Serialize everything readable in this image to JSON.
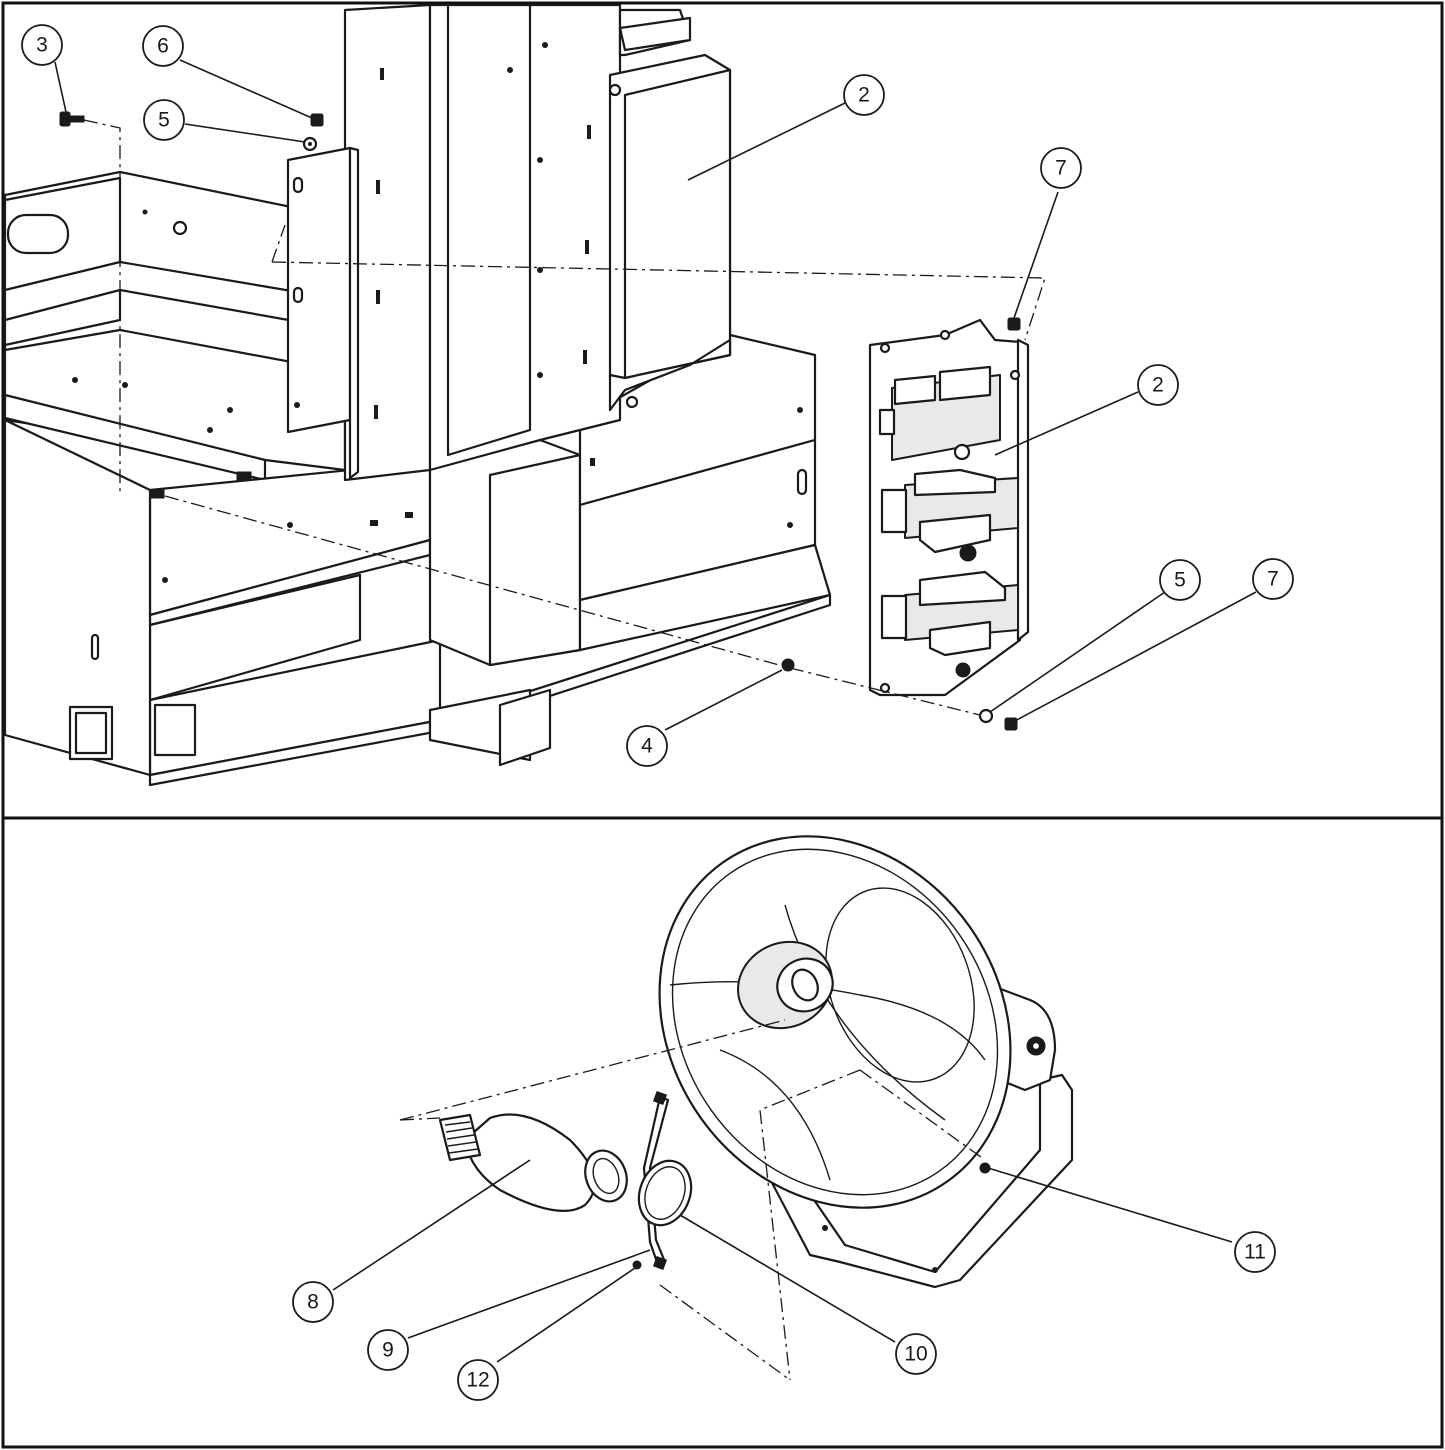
{
  "callouts": [
    {
      "id": "c3",
      "label": "3"
    },
    {
      "id": "c6",
      "label": "6"
    },
    {
      "id": "c5a",
      "label": "5"
    },
    {
      "id": "c2a",
      "label": "2"
    },
    {
      "id": "c7a",
      "label": "7"
    },
    {
      "id": "c2b",
      "label": "2"
    },
    {
      "id": "c5b",
      "label": "5"
    },
    {
      "id": "c7b",
      "label": "7"
    },
    {
      "id": "c4",
      "label": "4"
    },
    {
      "id": "c8",
      "label": "8"
    },
    {
      "id": "c9",
      "label": "9"
    },
    {
      "id": "c10",
      "label": "10"
    },
    {
      "id": "c11",
      "label": "11"
    },
    {
      "id": "c12",
      "label": "12"
    }
  ]
}
